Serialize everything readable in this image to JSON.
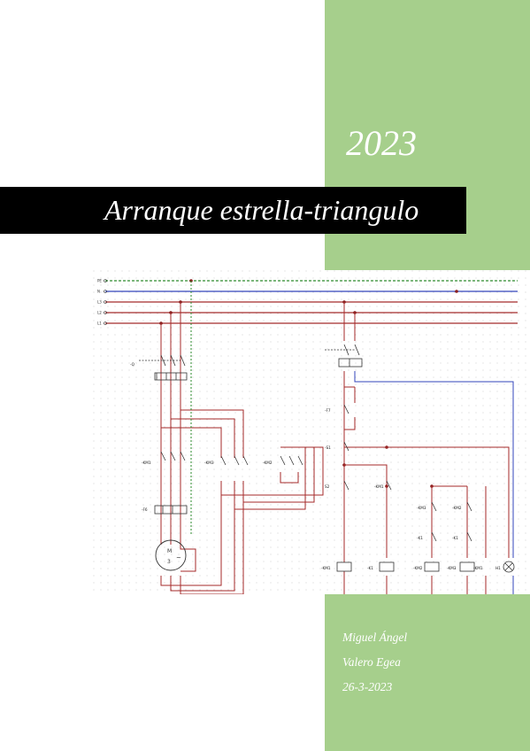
{
  "cover": {
    "year": "2023",
    "title": "Arranque estrella-triangulo",
    "author_line1": "Miguel Ángel",
    "author_line2": "Valero Egea",
    "date": "26-3-2023"
  },
  "colors": {
    "band_green": "#a6cf8c",
    "title_bar": "#000000",
    "wire_red": "#a52a2a",
    "wire_blue": "#3344bb",
    "wire_pe_green": "#2e8b2e"
  },
  "diagram": {
    "bus_labels": [
      "PE",
      "N",
      "L3",
      "L2",
      "L1"
    ],
    "power_labels": [
      "-Q",
      "-KM1",
      "-KM3",
      "-KM2",
      "-F6",
      "M"
    ],
    "control_labels": [
      "-F7",
      "-S1",
      "S2",
      "-KM1",
      "-KM3",
      "-KM2",
      "-K1",
      "-K1",
      "-KM1",
      "-K1",
      "-KM2",
      "-KM3",
      "-KM1",
      "H1"
    ]
  }
}
